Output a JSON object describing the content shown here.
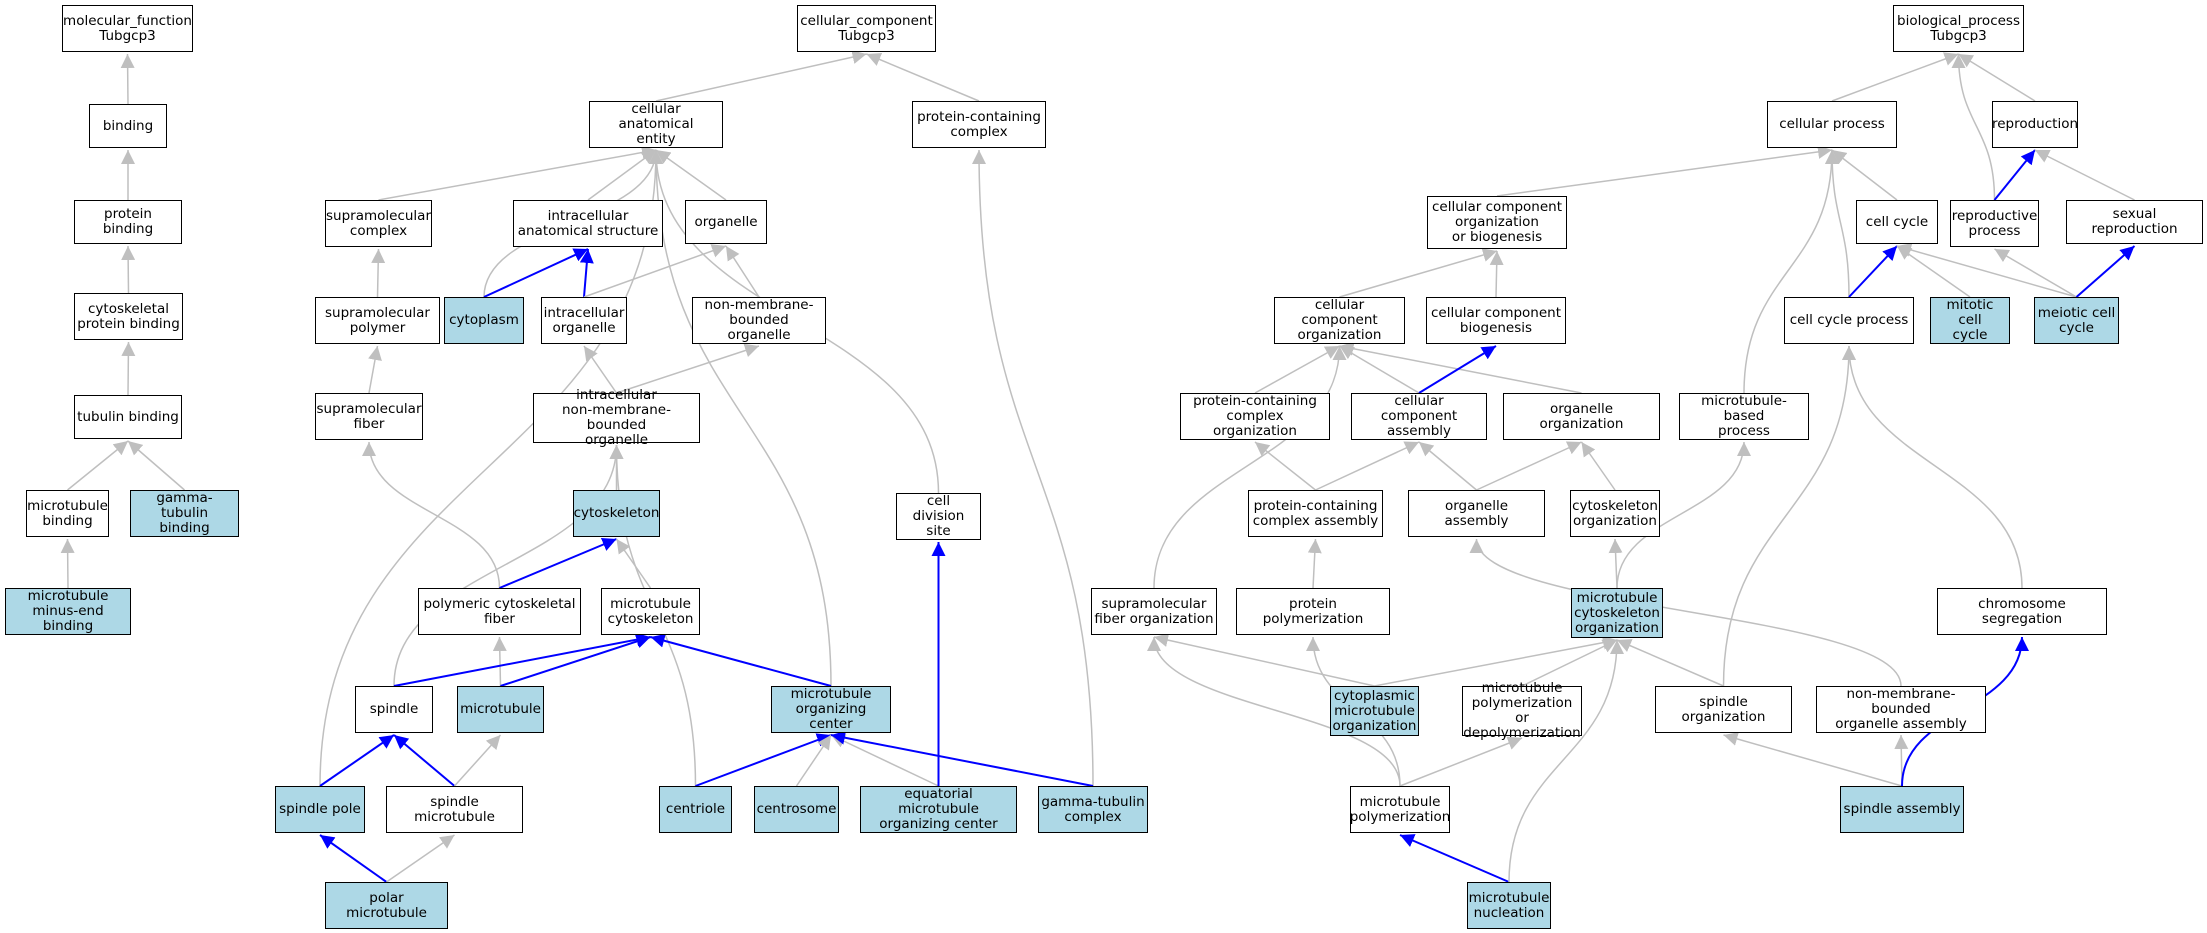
{
  "colors": {
    "highlight": "#add8e6",
    "regular_edge": "#bfbfbf",
    "direct_edge": "#0000ff"
  },
  "nodes": {
    "mf_root": {
      "label": "molecular_function\nTubgcp3",
      "highlight": false
    },
    "binding": {
      "label": "binding",
      "highlight": false
    },
    "protein_binding": {
      "label": "protein binding",
      "highlight": false
    },
    "cyto_prot_binding": {
      "label": "cytoskeletal\nprotein binding",
      "highlight": false
    },
    "tubulin_binding": {
      "label": "tubulin binding",
      "highlight": false
    },
    "mt_binding": {
      "label": "microtubule\nbinding",
      "highlight": false
    },
    "gamma_tub_binding": {
      "label": "gamma-tubulin\nbinding",
      "highlight": true
    },
    "mt_minus_end": {
      "label": "microtubule\nminus-end binding",
      "highlight": true
    },
    "cc_root": {
      "label": "cellular_component\nTubgcp3",
      "highlight": false
    },
    "cell_anat": {
      "label": "cellular anatomical\nentity",
      "highlight": false
    },
    "prot_cont_complex": {
      "label": "protein-containing\ncomplex",
      "highlight": false
    },
    "supramol_complex": {
      "label": "supramolecular\ncomplex",
      "highlight": false
    },
    "intracell_anat": {
      "label": "intracellular\nanatomical structure",
      "highlight": false
    },
    "organelle": {
      "label": "organelle",
      "highlight": false
    },
    "supramol_polymer": {
      "label": "supramolecular\npolymer",
      "highlight": false
    },
    "cytoplasm": {
      "label": "cytoplasm",
      "highlight": true
    },
    "intracell_organelle": {
      "label": "intracellular\norganelle",
      "highlight": false
    },
    "nonmem_organelle": {
      "label": "non-membrane-bounded\norganelle",
      "highlight": false
    },
    "supramol_fiber": {
      "label": "supramolecular\nfiber",
      "highlight": false
    },
    "intra_nonmem_org": {
      "label": "intracellular\nnon-membrane-bounded\norganelle",
      "highlight": false
    },
    "cytoskeleton": {
      "label": "cytoskeleton",
      "highlight": true
    },
    "cell_div_site": {
      "label": "cell division\nsite",
      "highlight": false
    },
    "poly_cyto_fiber": {
      "label": "polymeric cytoskeletal\nfiber",
      "highlight": false
    },
    "mt_cytoskeleton": {
      "label": "microtubule\ncytoskeleton",
      "highlight": false
    },
    "spindle": {
      "label": "spindle",
      "highlight": false
    },
    "microtubule": {
      "label": "microtubule",
      "highlight": true
    },
    "mtoc": {
      "label": "microtubule\norganizing center",
      "highlight": true
    },
    "spindle_pole": {
      "label": "spindle pole",
      "highlight": true
    },
    "spindle_mt": {
      "label": "spindle microtubule",
      "highlight": false
    },
    "centriole": {
      "label": "centriole",
      "highlight": true
    },
    "centrosome": {
      "label": "centrosome",
      "highlight": true
    },
    "eq_mtoc": {
      "label": "equatorial microtubule\norganizing center",
      "highlight": true
    },
    "gamma_tub_complex": {
      "label": "gamma-tubulin\ncomplex",
      "highlight": true
    },
    "polar_mt": {
      "label": "polar microtubule",
      "highlight": true
    },
    "bp_root": {
      "label": "biological_process\nTubgcp3",
      "highlight": false
    },
    "cellular_process": {
      "label": "cellular process",
      "highlight": false
    },
    "reproduction": {
      "label": "reproduction",
      "highlight": false
    },
    "cc_org_biogen": {
      "label": "cellular component\norganization\nor biogenesis",
      "highlight": false
    },
    "cell_cycle": {
      "label": "cell cycle",
      "highlight": false
    },
    "reproductive_process": {
      "label": "reproductive\nprocess",
      "highlight": false
    },
    "sexual_reproduction": {
      "label": "sexual reproduction",
      "highlight": false
    },
    "cc_org": {
      "label": "cellular component\norganization",
      "highlight": false
    },
    "cc_biogen": {
      "label": "cellular component\nbiogenesis",
      "highlight": false
    },
    "cell_cycle_process": {
      "label": "cell cycle process",
      "highlight": false
    },
    "mitotic_cc": {
      "label": "mitotic cell\ncycle",
      "highlight": true
    },
    "meiotic_cc": {
      "label": "meiotic cell\ncycle",
      "highlight": true
    },
    "pcc_org": {
      "label": "protein-containing\ncomplex organization",
      "highlight": false
    },
    "cc_assembly": {
      "label": "cellular component\nassembly",
      "highlight": false
    },
    "organelle_org": {
      "label": "organelle organization",
      "highlight": false
    },
    "mt_based_process": {
      "label": "microtubule-based\nprocess",
      "highlight": false
    },
    "pcc_assembly": {
      "label": "protein-containing\ncomplex assembly",
      "highlight": false
    },
    "organelle_assembly": {
      "label": "organelle assembly",
      "highlight": false
    },
    "cytoskeleton_org": {
      "label": "cytoskeleton\norganization",
      "highlight": false
    },
    "supramol_fiber_org": {
      "label": "supramolecular\nfiber organization",
      "highlight": false
    },
    "protein_polymerization": {
      "label": "protein polymerization",
      "highlight": false
    },
    "mt_cytoskeleton_org": {
      "label": "microtubule\ncytoskeleton\norganization",
      "highlight": true
    },
    "chrom_segregation": {
      "label": "chromosome segregation",
      "highlight": false
    },
    "cyto_mt_org": {
      "label": "cytoplasmic\nmicrotubule\norganization",
      "highlight": true
    },
    "mt_poly_depoly": {
      "label": "microtubule\npolymerization\nor depolymerization",
      "highlight": false
    },
    "spindle_org": {
      "label": "spindle organization",
      "highlight": false
    },
    "nonmem_org_assembly": {
      "label": "non-membrane-bounded\norganelle assembly",
      "highlight": false
    },
    "mt_polymerization": {
      "label": "microtubule\npolymerization",
      "highlight": false
    },
    "spindle_assembly": {
      "label": "spindle assembly",
      "highlight": true
    },
    "mt_nucleation": {
      "label": "microtubule\nnucleation",
      "highlight": true
    }
  },
  "edges": [
    [
      "binding",
      "mf_root",
      "regular"
    ],
    [
      "protein_binding",
      "binding",
      "regular"
    ],
    [
      "cyto_prot_binding",
      "protein_binding",
      "regular"
    ],
    [
      "tubulin_binding",
      "cyto_prot_binding",
      "regular"
    ],
    [
      "mt_binding",
      "tubulin_binding",
      "regular"
    ],
    [
      "gamma_tub_binding",
      "tubulin_binding",
      "regular"
    ],
    [
      "mt_minus_end",
      "mt_binding",
      "regular"
    ],
    [
      "cell_anat",
      "cc_root",
      "regular"
    ],
    [
      "prot_cont_complex",
      "cc_root",
      "regular"
    ],
    [
      "supramol_complex",
      "cell_anat",
      "regular"
    ],
    [
      "intracell_anat",
      "cell_anat",
      "regular"
    ],
    [
      "organelle",
      "cell_anat",
      "regular"
    ],
    [
      "cytoplasm",
      "cell_anat",
      "regular"
    ],
    [
      "spindle_pole",
      "cell_anat",
      "regular"
    ],
    [
      "mtoc",
      "cell_anat",
      "regular"
    ],
    [
      "cell_div_site",
      "cell_anat",
      "regular"
    ],
    [
      "gamma_tub_complex",
      "prot_cont_complex",
      "regular"
    ],
    [
      "supramol_polymer",
      "supramol_complex",
      "regular"
    ],
    [
      "supramol_fiber",
      "supramol_polymer",
      "regular"
    ],
    [
      "cytoplasm",
      "intracell_anat",
      "direct"
    ],
    [
      "intracell_organelle",
      "intracell_anat",
      "direct"
    ],
    [
      "intracell_organelle",
      "organelle",
      "regular"
    ],
    [
      "nonmem_organelle",
      "organelle",
      "regular"
    ],
    [
      "intra_nonmem_org",
      "intracell_organelle",
      "regular"
    ],
    [
      "intra_nonmem_org",
      "nonmem_organelle",
      "regular"
    ],
    [
      "cytoskeleton",
      "intra_nonmem_org",
      "regular"
    ],
    [
      "spindle",
      "intra_nonmem_org",
      "regular"
    ],
    [
      "centriole",
      "intra_nonmem_org",
      "regular"
    ],
    [
      "poly_cyto_fiber",
      "supramol_fiber",
      "regular"
    ],
    [
      "poly_cyto_fiber",
      "cytoskeleton",
      "direct"
    ],
    [
      "mt_cytoskeleton",
      "cytoskeleton",
      "regular"
    ],
    [
      "microtubule",
      "poly_cyto_fiber",
      "regular"
    ],
    [
      "spindle",
      "mt_cytoskeleton",
      "direct"
    ],
    [
      "microtubule",
      "mt_cytoskeleton",
      "direct"
    ],
    [
      "mtoc",
      "mt_cytoskeleton",
      "direct"
    ],
    [
      "spindle_pole",
      "spindle",
      "direct"
    ],
    [
      "spindle_mt",
      "spindle",
      "direct"
    ],
    [
      "spindle_mt",
      "microtubule",
      "regular"
    ],
    [
      "polar_mt",
      "spindle_pole",
      "direct"
    ],
    [
      "polar_mt",
      "spindle_mt",
      "regular"
    ],
    [
      "centriole",
      "mtoc",
      "direct"
    ],
    [
      "centrosome",
      "mtoc",
      "regular"
    ],
    [
      "eq_mtoc",
      "mtoc",
      "regular"
    ],
    [
      "eq_mtoc",
      "cell_div_site",
      "direct"
    ],
    [
      "gamma_tub_complex",
      "mtoc",
      "direct"
    ],
    [
      "cellular_process",
      "bp_root",
      "regular"
    ],
    [
      "reproduction",
      "bp_root",
      "regular"
    ],
    [
      "reproductive_process",
      "bp_root",
      "regular"
    ],
    [
      "cc_org_biogen",
      "cellular_process",
      "regular"
    ],
    [
      "cell_cycle",
      "cellular_process",
      "regular"
    ],
    [
      "cell_cycle_process",
      "cellular_process",
      "regular"
    ],
    [
      "mt_based_process",
      "cellular_process",
      "regular"
    ],
    [
      "reproductive_process",
      "reproduction",
      "direct"
    ],
    [
      "sexual_reproduction",
      "reproduction",
      "regular"
    ],
    [
      "cc_org",
      "cc_org_biogen",
      "regular"
    ],
    [
      "cc_biogen",
      "cc_org_biogen",
      "regular"
    ],
    [
      "cell_cycle_process",
      "cell_cycle",
      "direct"
    ],
    [
      "mitotic_cc",
      "cell_cycle",
      "regular"
    ],
    [
      "meiotic_cc",
      "cell_cycle",
      "regular"
    ],
    [
      "meiotic_cc",
      "reproductive_process",
      "regular"
    ],
    [
      "meiotic_cc",
      "sexual_reproduction",
      "direct"
    ],
    [
      "pcc_org",
      "cc_org",
      "regular"
    ],
    [
      "cc_assembly",
      "cc_org",
      "regular"
    ],
    [
      "organelle_org",
      "cc_org",
      "regular"
    ],
    [
      "supramol_fiber_org",
      "cc_org",
      "regular"
    ],
    [
      "cc_assembly",
      "cc_biogen",
      "direct"
    ],
    [
      "pcc_assembly",
      "pcc_org",
      "regular"
    ],
    [
      "pcc_assembly",
      "cc_assembly",
      "regular"
    ],
    [
      "organelle_assembly",
      "cc_assembly",
      "regular"
    ],
    [
      "organelle_assembly",
      "organelle_org",
      "regular"
    ],
    [
      "cytoskeleton_org",
      "organelle_org",
      "regular"
    ],
    [
      "protein_polymerization",
      "pcc_assembly",
      "regular"
    ],
    [
      "mt_cytoskeleton_org",
      "cytoskeleton_org",
      "regular"
    ],
    [
      "mt_cytoskeleton_org",
      "mt_based_process",
      "regular"
    ],
    [
      "cyto_mt_org",
      "supramol_fiber_org",
      "regular"
    ],
    [
      "cyto_mt_org",
      "mt_cytoskeleton_org",
      "regular"
    ],
    [
      "mt_poly_depoly",
      "mt_cytoskeleton_org",
      "regular"
    ],
    [
      "spindle_org",
      "mt_cytoskeleton_org",
      "regular"
    ],
    [
      "spindle_org",
      "cell_cycle_process",
      "regular"
    ],
    [
      "chrom_segregation",
      "cell_cycle_process",
      "regular"
    ],
    [
      "nonmem_org_assembly",
      "organelle_assembly",
      "regular"
    ],
    [
      "mt_polymerization",
      "supramol_fiber_org",
      "regular"
    ],
    [
      "mt_polymerization",
      "protein_polymerization",
      "regular"
    ],
    [
      "mt_polymerization",
      "mt_poly_depoly",
      "regular"
    ],
    [
      "spindle_assembly",
      "spindle_org",
      "regular"
    ],
    [
      "spindle_assembly",
      "nonmem_org_assembly",
      "regular"
    ],
    [
      "spindle_assembly",
      "chrom_segregation",
      "direct"
    ],
    [
      "mt_nucleation",
      "mt_polymerization",
      "direct"
    ],
    [
      "mt_nucleation",
      "mt_cytoskeleton_org",
      "regular"
    ]
  ]
}
